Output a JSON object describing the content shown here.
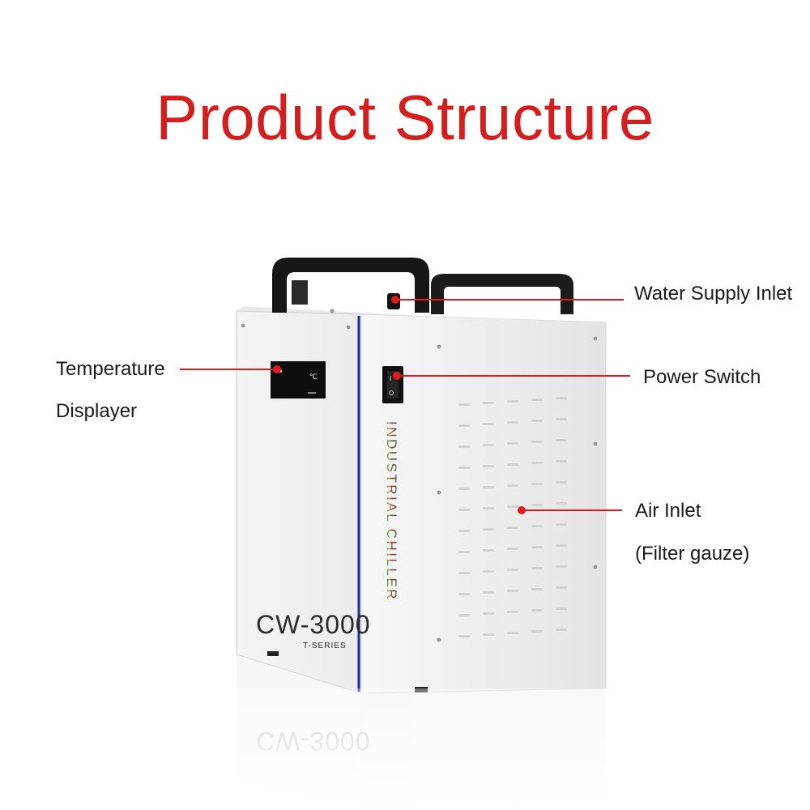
{
  "title": "Product Structure",
  "labels": {
    "water_supply_inlet": "Water Supply Inlet",
    "temperature_line1": "Temperature",
    "temperature_line2": "Displayer",
    "power_switch": "Power Switch",
    "air_inlet_line1": "Air Inlet",
    "air_inlet_line2": "(Filter gauze)"
  },
  "product": {
    "model": "CW-3000",
    "series": "T-SERIES",
    "side_text": "INDUSTRIAL CHILLER",
    "display_unit": "℃"
  },
  "colors": {
    "title_red": "#d41e1e",
    "callout_red": "#e11b1b",
    "accent_blue": "#1d2c8a"
  }
}
